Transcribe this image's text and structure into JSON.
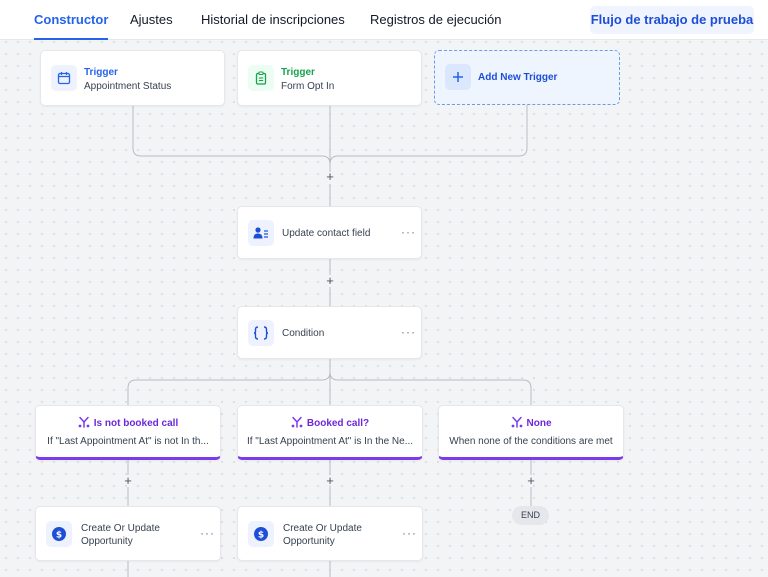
{
  "tabs": [
    {
      "label": "Constructor",
      "active": true
    },
    {
      "label": "Ajustes",
      "active": false
    },
    {
      "label": "Historial de inscripciones",
      "active": false
    },
    {
      "label": "Registros de ejecución",
      "active": false
    }
  ],
  "test_workflow_label": "Flujo de trabajo de prueba",
  "triggers": [
    {
      "title": "Trigger",
      "subtitle": "Appointment Status",
      "icon": "calendar-icon"
    },
    {
      "title": "Trigger",
      "subtitle": "Form Opt In",
      "icon": "clipboard-icon"
    }
  ],
  "add_trigger_label": "Add New Trigger",
  "actions": {
    "update_contact": "Update contact field",
    "condition": "Condition"
  },
  "branches": [
    {
      "title": "Is not booked call",
      "desc": "If \"Last Appointment At\" is not In th..."
    },
    {
      "title": "Booked call?",
      "desc": "If \"Last Appointment At\" is In the Ne..."
    },
    {
      "title": "None",
      "desc": "When none of the conditions are met"
    }
  ],
  "opportunity_actions": [
    {
      "line1": "Create Or Update",
      "line2": "Opportunity"
    },
    {
      "line1": "Create Or Update",
      "line2": "Opportunity"
    }
  ],
  "more_glyph": "···",
  "plus_glyph": "+",
  "end_label": "END",
  "colors": {
    "accent": "#2563eb",
    "trigger_green": "#16a34a",
    "branch_purple": "#7c3aed",
    "opportunity_icon": "#1d4ed8"
  }
}
